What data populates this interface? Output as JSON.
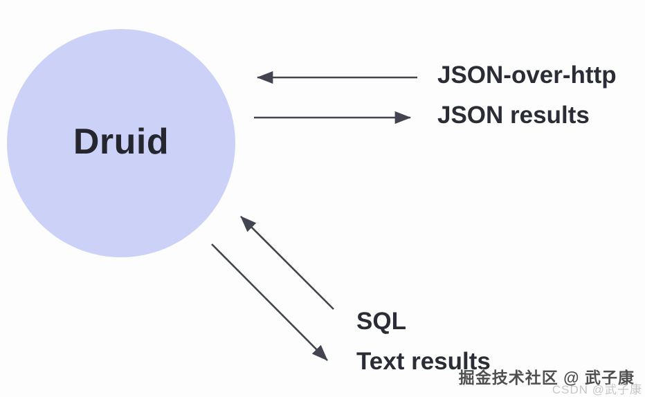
{
  "node": {
    "label": "Druid"
  },
  "edges": [
    {
      "name": "json-over-http",
      "label": "JSON-over-http",
      "direction": "towards-druid"
    },
    {
      "name": "json-results",
      "label": "JSON results",
      "direction": "from-druid"
    },
    {
      "name": "sql",
      "label": "SQL",
      "direction": "towards-druid"
    },
    {
      "name": "text-results",
      "label": "Text results",
      "direction": "from-druid"
    }
  ],
  "colors": {
    "background": "#fdfdfd",
    "node_fill": "#ccd2f7",
    "node_text": "#25262e",
    "arrow": "#42454f",
    "label_text": "#2a2d36"
  },
  "watermark": {
    "line1": "掘金技术社区 @ 武子康",
    "line2": "CSDN @武子康"
  }
}
